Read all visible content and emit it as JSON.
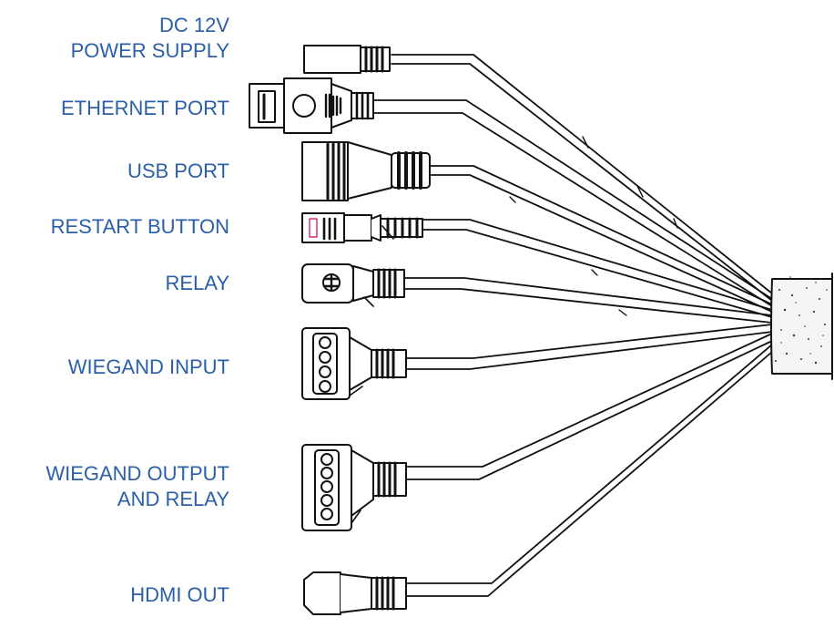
{
  "colors": {
    "label": "#2b5fa8",
    "line": "#111111",
    "bundle_fill": "#f4f4f4"
  },
  "labels": {
    "dc_power": [
      "DC 12V",
      "POWER SUPPLY"
    ],
    "ethernet": "ETHERNET PORT",
    "usb": "USB PORT",
    "restart": "RESTART BUTTON",
    "relay": "RELAY",
    "wiegand_input": "WIEGAND INPUT",
    "wiegand_output": [
      "WIEGAND OUTPUT",
      "AND RELAY"
    ],
    "hdmi": "HDMI OUT"
  }
}
